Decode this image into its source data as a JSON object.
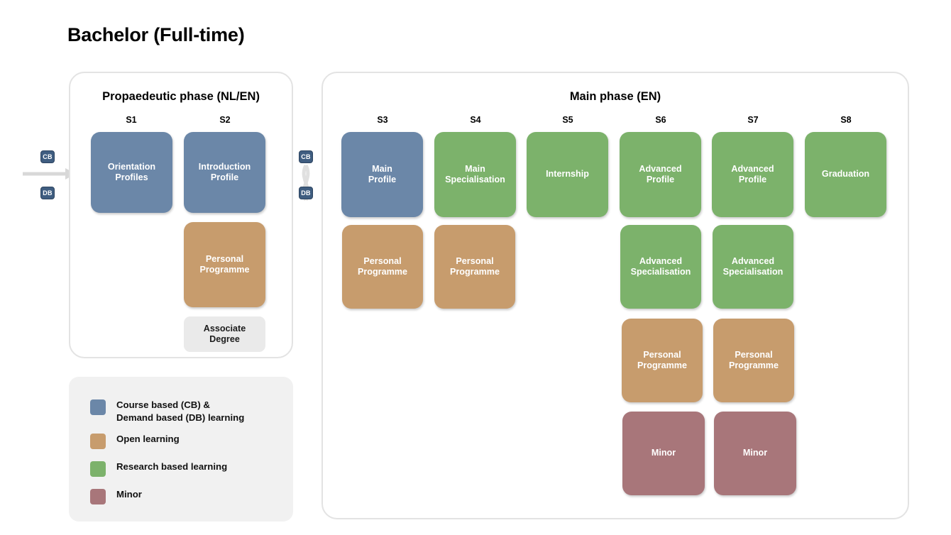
{
  "title": "Bachelor (Full-time)",
  "colors": {
    "course_demand_based": "#6b87a8",
    "open_learning": "#c79c6d",
    "research_based": "#7cb26b",
    "minor": "#a8767a",
    "associate_degree": "#eaeaea",
    "panel_border": "#e3e3e3",
    "legend_background": "#f1f1f1",
    "badge": "#3f5d80",
    "connector": "#d0d0d0"
  },
  "entry_badges": [
    {
      "label": "CB",
      "name": "entry-badge-cb"
    },
    {
      "label": "DB",
      "name": "entry-badge-db"
    }
  ],
  "transition_badges": [
    {
      "label": "CB",
      "name": "transition-badge-cb"
    },
    {
      "label": "DB",
      "name": "transition-badge-db"
    }
  ],
  "propaedeutic": {
    "title": "Propaedeutic phase (NL/EN)",
    "semesters": [
      "S1",
      "S2"
    ],
    "boxes": [
      {
        "label": "Orientation\nProfiles",
        "type": "course_demand_based",
        "semester": "S1",
        "row": 1
      },
      {
        "label": "Introduction\nProfile",
        "type": "course_demand_based",
        "semester": "S2",
        "row": 1
      },
      {
        "label": "Personal\nProgramme",
        "type": "open_learning",
        "semester": "S2",
        "row": 2
      },
      {
        "label": "Associate\nDegree",
        "type": "associate_degree",
        "semester": "S2",
        "row": 3
      }
    ]
  },
  "main_phase": {
    "title": "Main phase (EN)",
    "semesters": [
      "S3",
      "S4",
      "S5",
      "S6",
      "S7",
      "S8"
    ],
    "boxes": [
      {
        "label": "Main\nProfile",
        "type": "course_demand_based",
        "semester": "S3",
        "row": 1
      },
      {
        "label": "Main\nSpecialisation",
        "type": "research_based",
        "semester": "S4",
        "row": 1
      },
      {
        "label": "Internship",
        "type": "research_based",
        "semester": "S5",
        "row": 1
      },
      {
        "label": "Advanced\nProfile",
        "type": "research_based",
        "semester": "S6",
        "row": 1
      },
      {
        "label": "Advanced\nProfile",
        "type": "research_based",
        "semester": "S7",
        "row": 1
      },
      {
        "label": "Graduation",
        "type": "research_based",
        "semester": "S8",
        "row": 1
      },
      {
        "label": "Personal\nProgramme",
        "type": "open_learning",
        "semester": "S3",
        "row": 2
      },
      {
        "label": "Personal\nProgramme",
        "type": "open_learning",
        "semester": "S4",
        "row": 2
      },
      {
        "label": "Advanced\nSpecialisation",
        "type": "research_based",
        "semester": "S6",
        "row": 2
      },
      {
        "label": "Advanced\nSpecialisation",
        "type": "research_based",
        "semester": "S7",
        "row": 2
      },
      {
        "label": "Personal\nProgramme",
        "type": "open_learning",
        "semester": "S6",
        "row": 3
      },
      {
        "label": "Personal\nProgramme",
        "type": "open_learning",
        "semester": "S7",
        "row": 3
      },
      {
        "label": "Minor",
        "type": "minor",
        "semester": "S6",
        "row": 4
      },
      {
        "label": "Minor",
        "type": "minor",
        "semester": "S7",
        "row": 4
      }
    ]
  },
  "legend": {
    "items": [
      {
        "label": "Course based (CB) &\nDemand based (DB) learning",
        "color": "#6b87a8",
        "key": "course_demand_based"
      },
      {
        "label": "Open learning",
        "color": "#c79c6d",
        "key": "open_learning"
      },
      {
        "label": "Research based learning",
        "color": "#7cb26b",
        "key": "research_based"
      },
      {
        "label": "Minor",
        "color": "#a8767a",
        "key": "minor"
      }
    ]
  }
}
